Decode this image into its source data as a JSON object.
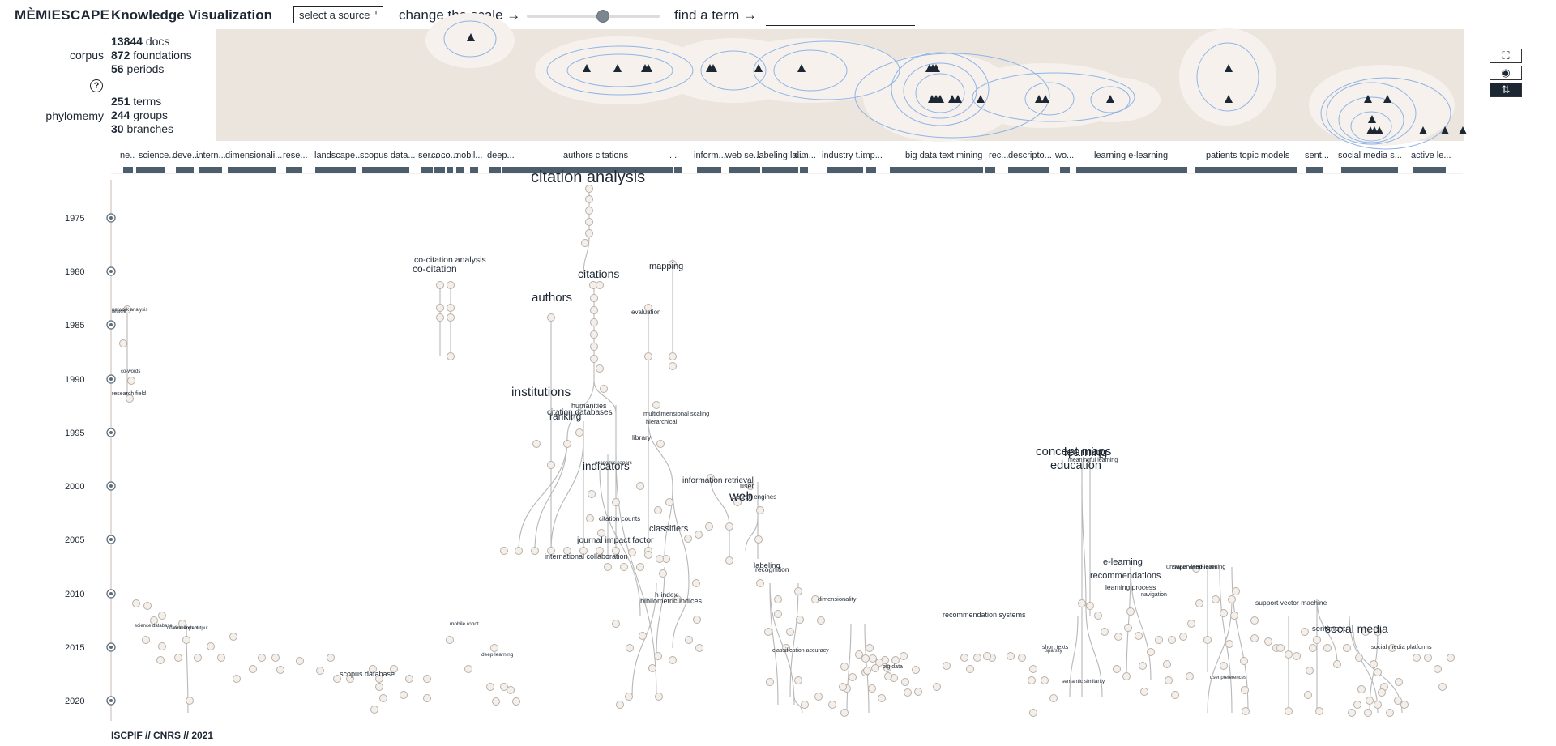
{
  "header": {
    "brand": "MÈMIESCAPE",
    "title": "Knowledge Visualization",
    "source_select": "select a source",
    "source_arrow": "⌝",
    "scale_label": "change the scale →",
    "scale_value": 0.58,
    "find_label": "find a term →",
    "find_value": ""
  },
  "stats": {
    "corpus_label": "corpus",
    "corpus": [
      {
        "value": "13844",
        "unit": "docs"
      },
      {
        "value": "872",
        "unit": "foundations"
      },
      {
        "value": "56",
        "unit": "periods"
      }
    ],
    "help_symbol": "?",
    "phylomemy_label": "phylomemy",
    "phylomemy": [
      {
        "value": "251",
        "unit": "terms"
      },
      {
        "value": "244",
        "unit": "groups"
      },
      {
        "value": "30",
        "unit": "branches"
      }
    ]
  },
  "tools": [
    {
      "name": "fit-view-icon",
      "glyph": "⛶",
      "active": false
    },
    {
      "name": "target-icon",
      "glyph": "◉",
      "active": false
    },
    {
      "name": "sort-icon",
      "glyph": "⇅",
      "active": true
    }
  ],
  "branches": [
    "ne..",
    "science...",
    "deve...",
    "intern...",
    "dimensionali...",
    "rese...",
    "landscape...",
    "scopus data...",
    "ser...",
    "co...",
    "co...",
    "mobil...",
    "deep...",
    "authors citations",
    "...",
    "inform...",
    "web se...",
    "labeling la...",
    "dim...",
    "industry t...",
    "imp...",
    "big data text mining",
    "rec...",
    "descripto...",
    "wo...",
    "learning e-learning",
    "patients topic models",
    "sent...",
    "social media s...",
    "active le..."
  ],
  "years": [
    "1975",
    "1980",
    "1985",
    "1990",
    "1995",
    "2000",
    "2005",
    "2010",
    "2015",
    "2020"
  ],
  "terms": [
    "citation analysis",
    "co-citation analysis",
    "co-citation",
    "citations",
    "mapping",
    "authors",
    "evaluation",
    "co-words",
    "research field",
    "network analysis",
    "network",
    "institutions",
    "humanities",
    "citation databases",
    "ranking",
    "multidimensional scaling",
    "hierarchical",
    "library",
    "academic papers",
    "indicators",
    "information retrieval",
    "user",
    "search engines",
    "web",
    "citation counts",
    "classifiers",
    "journal impact factor",
    "international collaboration",
    "h-index",
    "bibliometric indices",
    "labeling",
    "recognition",
    "dimensionality",
    "classification accuracy",
    "recommendation systems",
    "short texts",
    "sparsity",
    "concept maps",
    "learning",
    "meaningful learning",
    "education",
    "e-learning",
    "recommendations",
    "learning process",
    "navigation",
    "unsupervised learning",
    "topic distribution",
    "support vector machine",
    "sentiment",
    "social media",
    "big data",
    "social media platforms",
    "mobile robot",
    "deep learning",
    "scopus database",
    "semantic similarity",
    "user preferences",
    "science database",
    "citation impact",
    "research output"
  ],
  "footer": "ISCPIF // CNRS // 2021"
}
